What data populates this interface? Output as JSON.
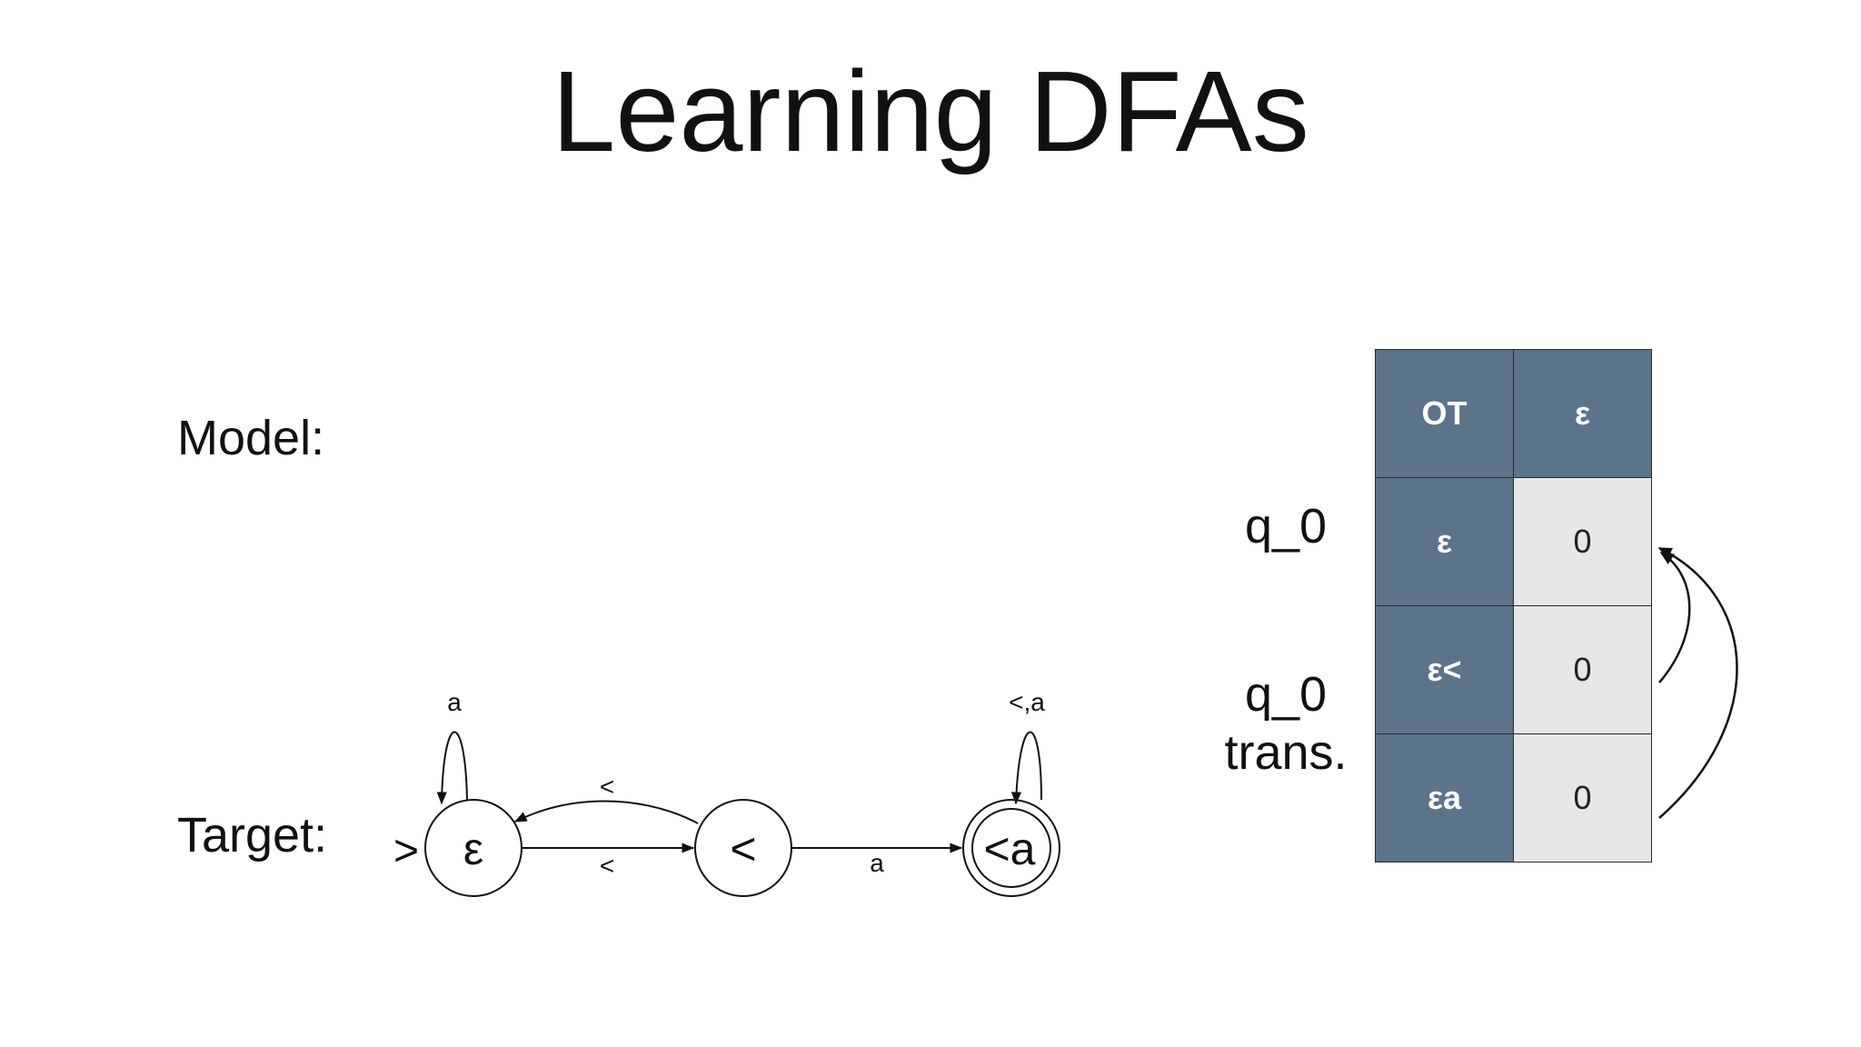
{
  "title": "Learning DFAs",
  "labels": {
    "model": "Model:",
    "target": "Target:"
  },
  "dfa": {
    "start_marker": ">",
    "states": [
      {
        "name": "ε",
        "accepting": false
      },
      {
        "name": "<",
        "accepting": false
      },
      {
        "name": "<a",
        "accepting": true
      }
    ],
    "transitions": [
      {
        "from": "ε",
        "to": "ε",
        "label": "a"
      },
      {
        "from": "ε",
        "to": "<",
        "label": "<"
      },
      {
        "from": "<",
        "to": "ε",
        "label": "<"
      },
      {
        "from": "<",
        "to": "<a",
        "label": "a"
      },
      {
        "from": "<a",
        "to": "<a",
        "label": "<,a"
      }
    ]
  },
  "observation_table": {
    "corner": "OT",
    "columns": [
      "ε"
    ],
    "rows": [
      {
        "prefix": "ε",
        "values": [
          "0"
        ]
      },
      {
        "prefix": "ε<",
        "values": [
          "0"
        ]
      },
      {
        "prefix": "εa",
        "values": [
          "0"
        ]
      }
    ]
  },
  "row_labels": {
    "q0": "q_0",
    "q0_trans_line1": "q_0",
    "q0_trans_line2": "trans."
  },
  "colors": {
    "header_bg": "#5b7489",
    "cell_bg": "#e8e7e8"
  }
}
